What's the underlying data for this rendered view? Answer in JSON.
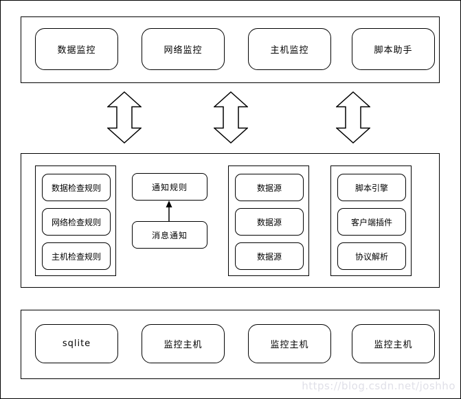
{
  "colors": {
    "stroke": "#000000",
    "background": "#ffffff",
    "watermark_color": "#e0e0e8"
  },
  "icons": {
    "flow_arrow": "updown-bidirectional-arrow",
    "notify_arrow": "up-arrow"
  },
  "top_band": {
    "nodes": [
      "数据监控",
      "网络监控",
      "主机监控",
      "脚本助手"
    ]
  },
  "middle_band": {
    "check_rules_group": [
      "数据检查规则",
      "网络检查规则",
      "主机检查规则"
    ],
    "notification_rule": "通知规则",
    "message_notification": "消息通知",
    "data_source_group": [
      "数据源",
      "数据源",
      "数据源"
    ],
    "script_group": [
      "脚本引擎",
      "客户端插件",
      "协议解析"
    ]
  },
  "bottom_band": {
    "nodes": [
      "sqlite",
      "监控主机",
      "监控主机",
      "监控主机"
    ]
  },
  "watermark": "https://blog.csdn.net/joshho"
}
